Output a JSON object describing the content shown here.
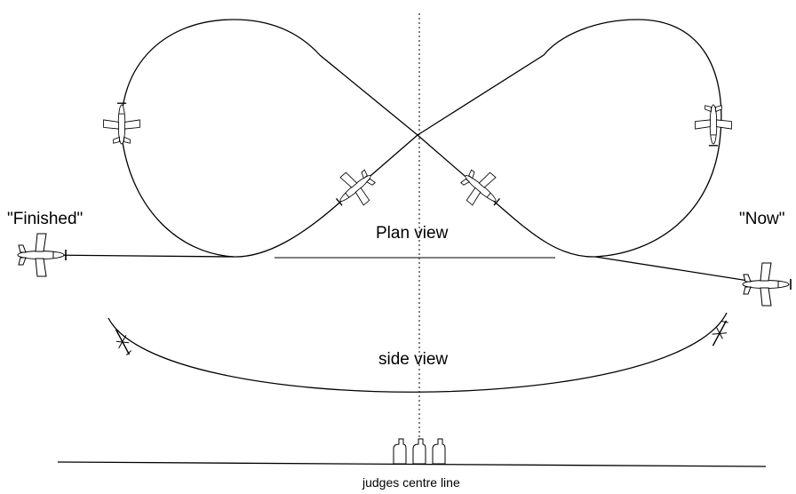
{
  "labels": {
    "finished": "\"Finished\"",
    "now": "\"Now\"",
    "plan_view": "Plan view",
    "side_view": "side view",
    "judges_centre_line": "judges centre line"
  },
  "colors": {
    "line": "#000000",
    "background": "#ffffff"
  },
  "icons": {
    "aircraft": "airplane-icon",
    "judge": "judge-chair-icon"
  }
}
